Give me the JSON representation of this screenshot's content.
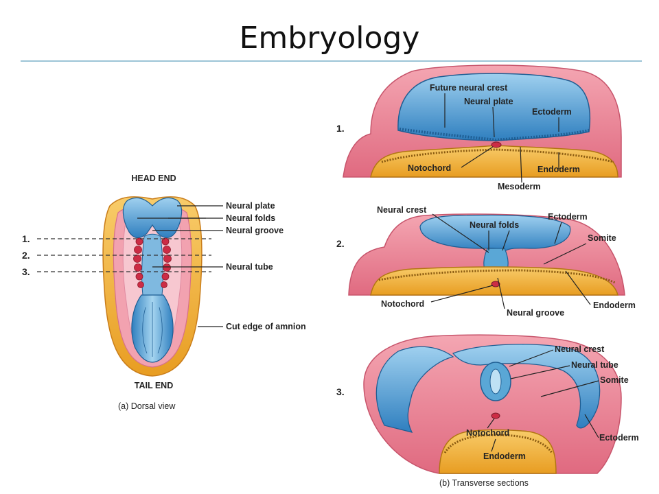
{
  "slide": {
    "title": "Embryology"
  },
  "dorsal": {
    "head_end": "HEAD END",
    "tail_end": "TAIL END",
    "caption": "(a) Dorsal view",
    "levels": [
      "1.",
      "2.",
      "3."
    ],
    "labels": {
      "neural_plate": "Neural plate",
      "neural_folds": "Neural folds",
      "neural_groove": "Neural groove",
      "neural_tube": "Neural tube",
      "cut_edge": "Cut edge of amnion"
    }
  },
  "transverse": {
    "caption": "(b) Transverse sections",
    "s1": {
      "num": "1.",
      "future_neural_crest": "Future neural crest",
      "neural_plate": "Neural plate",
      "ectoderm": "Ectoderm",
      "notochord": "Notochord",
      "endoderm": "Endoderm",
      "mesoderm": "Mesoderm"
    },
    "s2": {
      "num": "2.",
      "neural_crest": "Neural crest",
      "neural_folds": "Neural folds",
      "ectoderm": "Ectoderm",
      "somite": "Somite",
      "notochord": "Notochord",
      "endoderm": "Endoderm",
      "neural_groove": "Neural groove"
    },
    "s3": {
      "num": "3.",
      "neural_crest": "Neural crest",
      "neural_tube": "Neural tube",
      "somite": "Somite",
      "ectoderm": "Ectoderm",
      "notochord": "Notochord",
      "endoderm": "Endoderm"
    }
  },
  "colors": {
    "rule": "#9cc4d6",
    "blue": "#5aa7d6",
    "pink": "#ef8a9a",
    "orange": "#f3b23c",
    "red": "#cc2c45"
  }
}
